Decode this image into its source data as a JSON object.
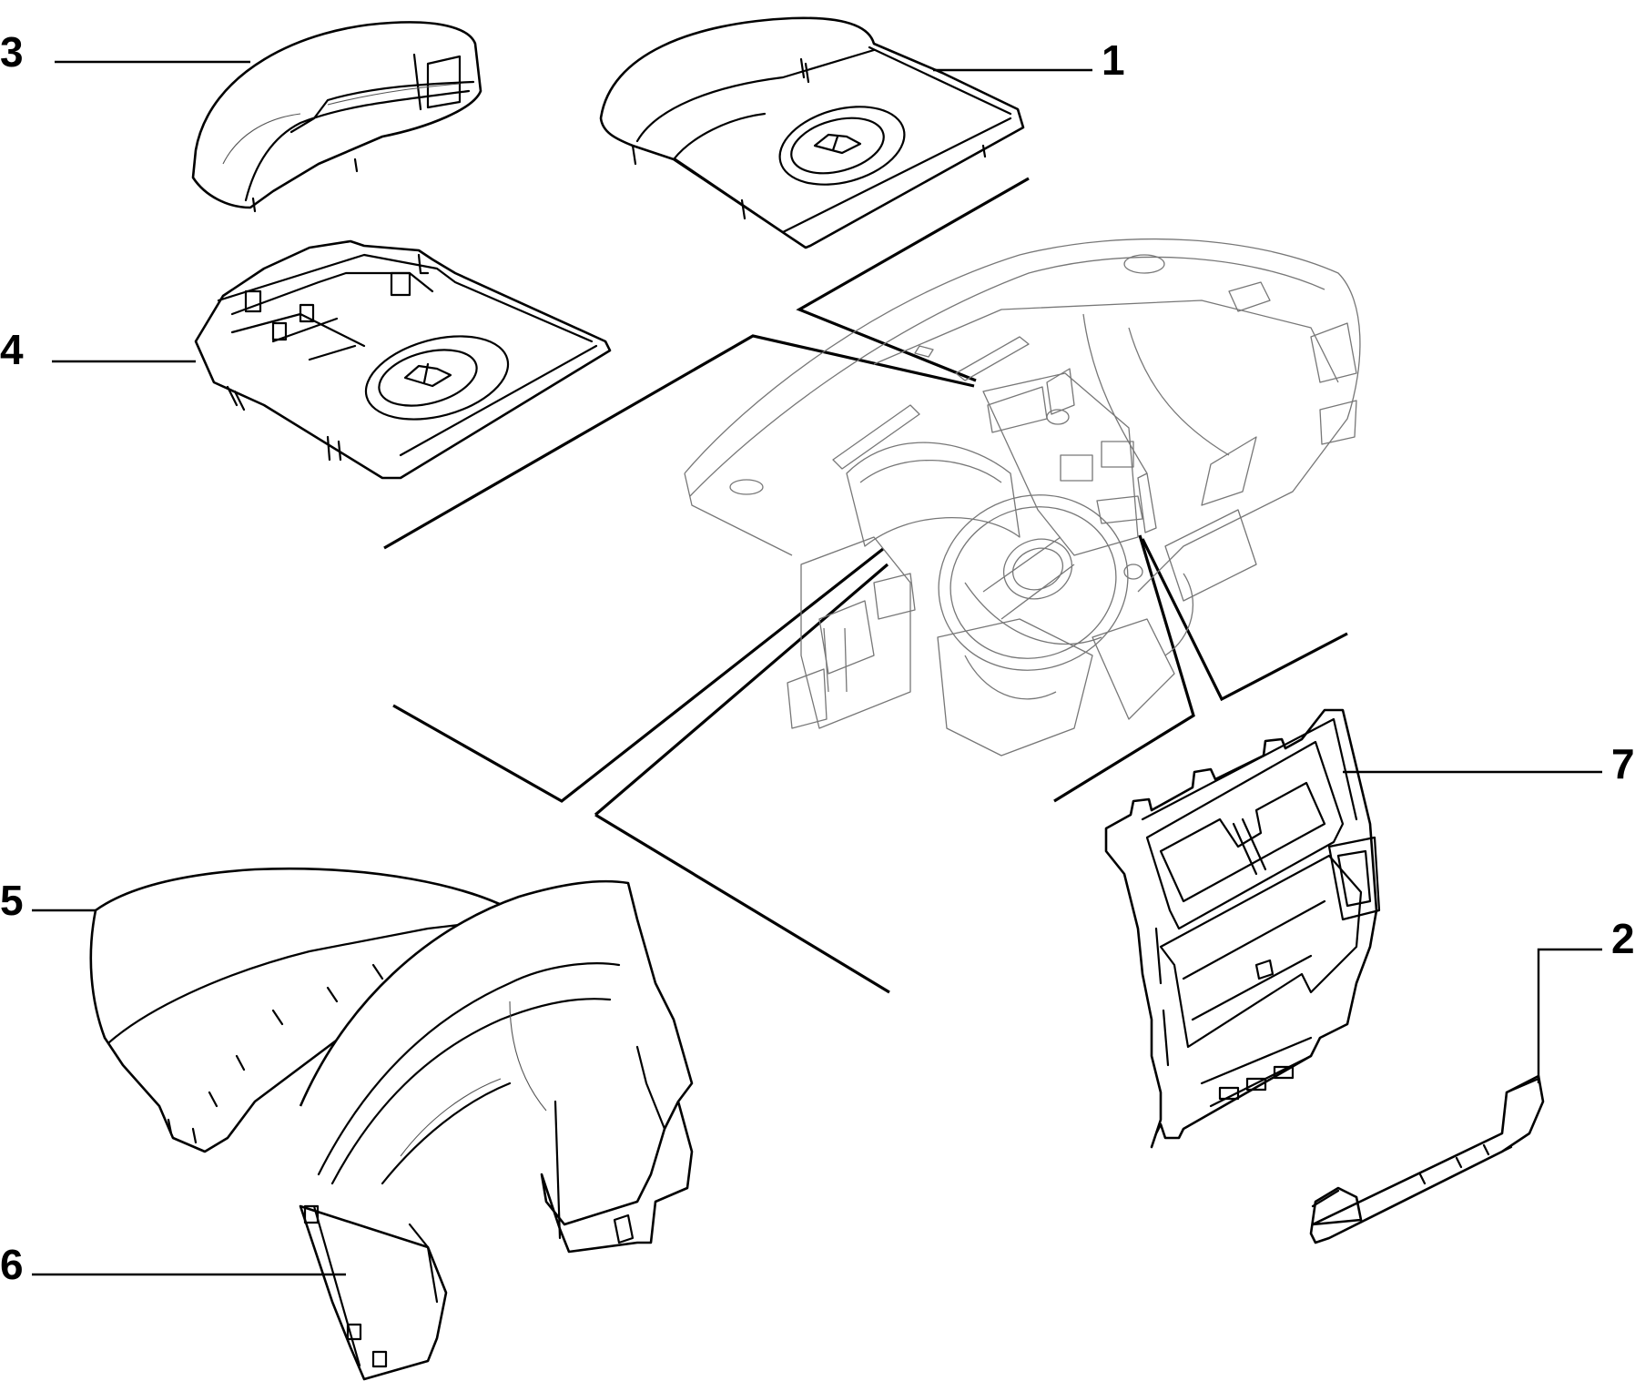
{
  "diagram": {
    "callouts": [
      {
        "id": "1",
        "label": "1",
        "part": "upper-dashboard-cover"
      },
      {
        "id": "2",
        "label": "2",
        "part": "lower-trim-strip"
      },
      {
        "id": "3",
        "label": "3",
        "part": "instrument-hood-cover"
      },
      {
        "id": "4",
        "label": "4",
        "part": "upper-dashboard-frame"
      },
      {
        "id": "5",
        "label": "5",
        "part": "instrument-cluster-hood"
      },
      {
        "id": "6",
        "label": "6",
        "part": "instrument-cluster-surround"
      },
      {
        "id": "7",
        "label": "7",
        "part": "center-console-bezel"
      }
    ]
  }
}
